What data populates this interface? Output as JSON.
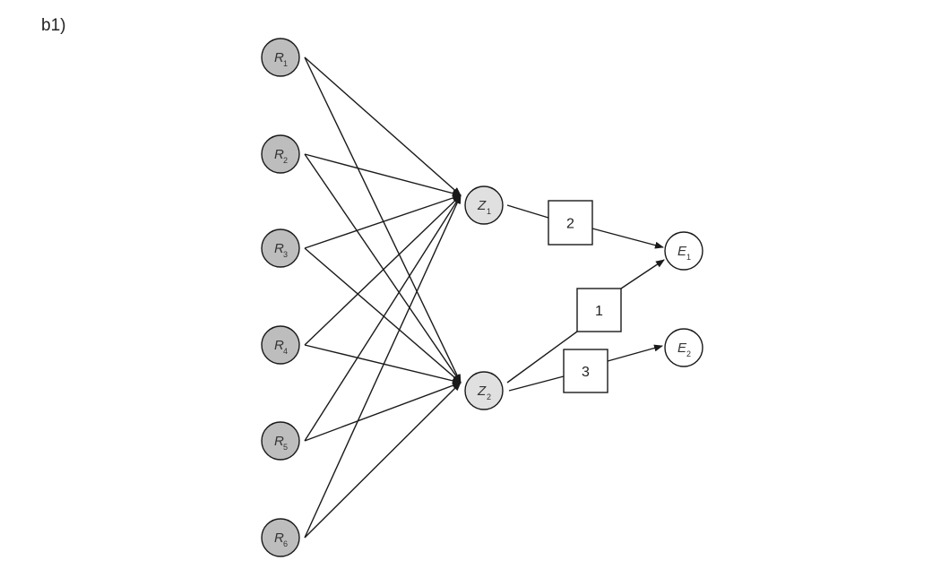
{
  "panel_label": "b1)",
  "colors": {
    "receptor_fill": "#bdbdbd",
    "hidden_fill": "#e0e0e0",
    "output_fill": "#ffffff",
    "stroke": "#1a1a1a"
  },
  "receptors": [
    {
      "letter": "R",
      "sub": "1"
    },
    {
      "letter": "R",
      "sub": "2"
    },
    {
      "letter": "R",
      "sub": "3"
    },
    {
      "letter": "R",
      "sub": "4"
    },
    {
      "letter": "R",
      "sub": "5"
    },
    {
      "letter": "R",
      "sub": "6"
    }
  ],
  "hidden": [
    {
      "letter": "Z",
      "sub": "1"
    },
    {
      "letter": "Z",
      "sub": "2"
    }
  ],
  "outputs": [
    {
      "letter": "E",
      "sub": "1"
    },
    {
      "letter": "E",
      "sub": "2"
    }
  ],
  "weight_boxes": [
    {
      "label": "2"
    },
    {
      "label": "1"
    },
    {
      "label": "3"
    }
  ]
}
